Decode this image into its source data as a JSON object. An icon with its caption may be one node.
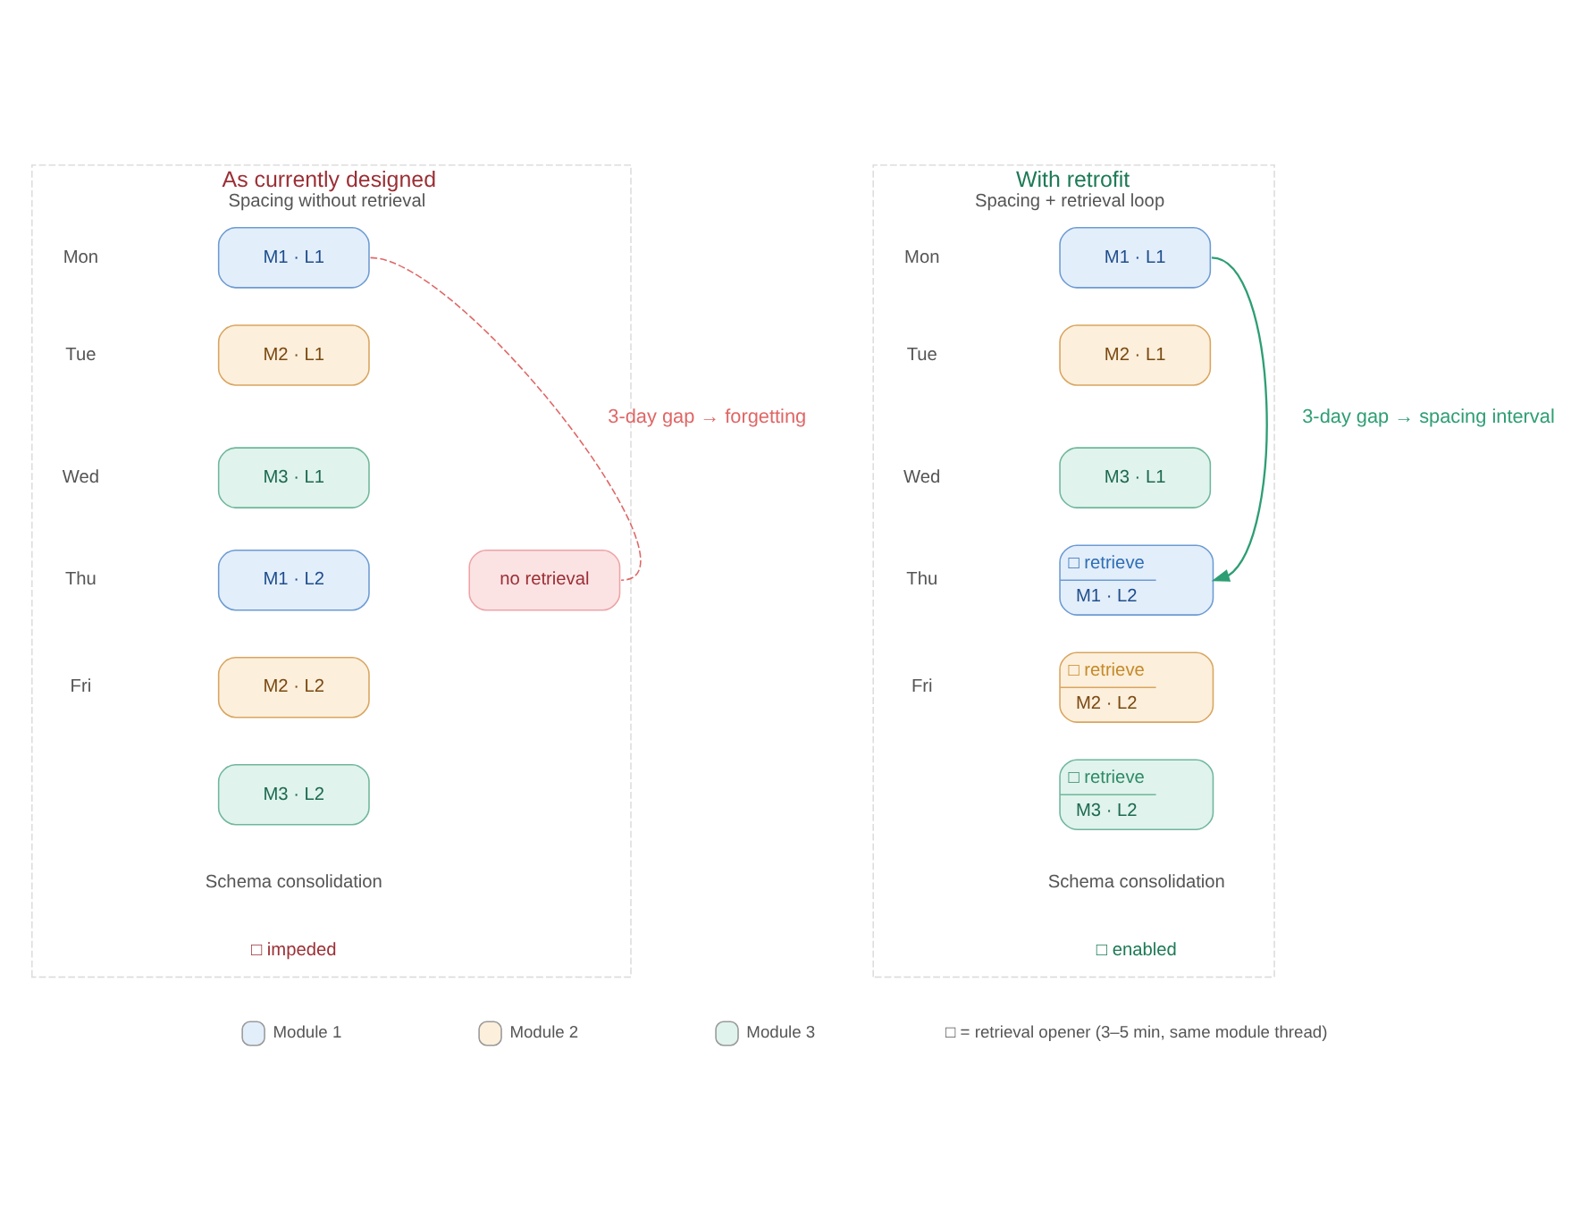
{
  "diagram": {
    "nodes": [
      {
        "text": [
          "As currently designed",
          "Spacing without retrieval"
        ]
      },
      {
        "text": [
          "M1 · L1"
        ],
        "in": 0
      },
      {
        "text": [
          "M2 · L1"
        ],
        "in": 0
      },
      {
        "text": [
          "M3 · L1"
        ],
        "in": 0
      },
      {
        "text": [
          "M1 · L2"
        ],
        "in": 0
      },
      {
        "text": [
          "M2 · L2"
        ],
        "in": 0
      },
      {
        "text": [
          "M3 · L2"
        ],
        "in": 0
      },
      {
        "text": [
          "no retrieval"
        ],
        "in": 0
      },
      {
        "text": [
          "With retrofit",
          "Spacing + retrieval loop"
        ]
      },
      {
        "text": [
          "M1 · L1"
        ],
        "in": 8
      },
      {
        "text": [
          "M2 · L1"
        ],
        "in": 8
      },
      {
        "text": [
          "M3 · L1"
        ],
        "in": 8
      },
      {
        "text": [
          "□ retrieve",
          "M1 · L2"
        ],
        "in": 8
      },
      {
        "text": [
          "□ retrieve",
          "M2 · L2"
        ],
        "in": 8
      },
      {
        "text": [
          "□ retrieve",
          "M3 · L2"
        ],
        "in": 8
      }
    ],
    "edges": [
      {
        "from": 1,
        "to": 7,
        "arrow": "none",
        "style": "dashed",
        "color": "#e06666",
        "label": "3-day gap → forgetting"
      },
      {
        "from": 9,
        "to": 12,
        "arrow": "to",
        "color": "#2e9e74",
        "label": "3-day gap → spacing interval"
      }
    ],
    "labels": [
      "Mon",
      "Tue",
      "Wed",
      "Thu",
      "Fri",
      "Mon",
      "Tue",
      "Wed",
      "Thu",
      "Fri",
      "Schema consolidation",
      "□ impeded",
      "Schema consolidation",
      "□ enabled",
      "□ = retrieval opener (3–5 min, same module thread)"
    ],
    "legend": [
      {
        "text": "Module 1",
        "color": "#e3eefb"
      },
      {
        "text": "Module 2",
        "color": "#fcefdc"
      },
      {
        "text": "Module 3",
        "color": "#e0f3ec"
      }
    ]
  }
}
